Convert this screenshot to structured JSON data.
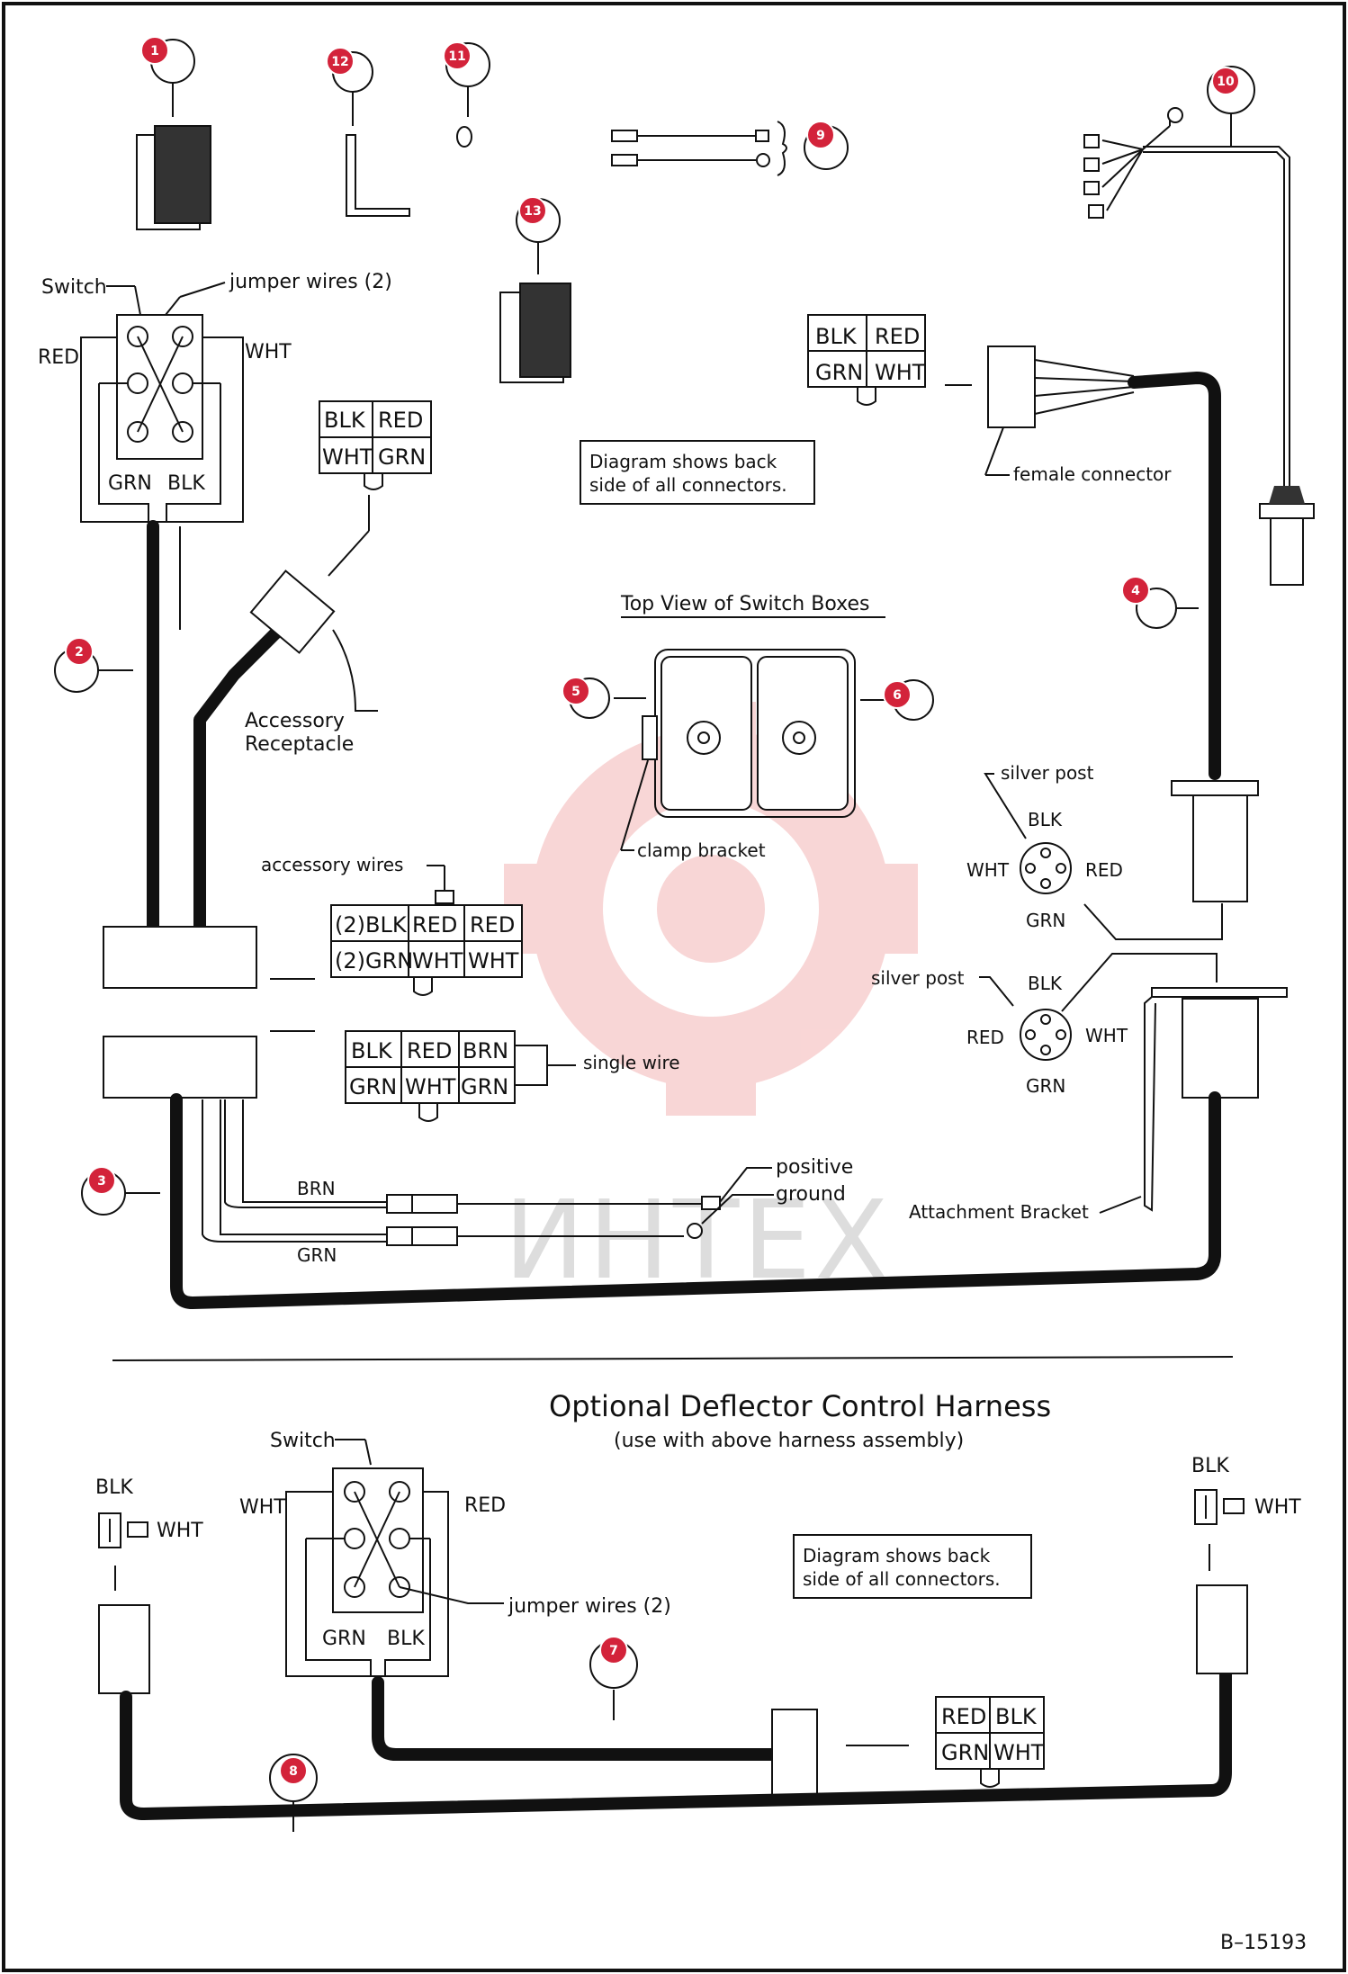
{
  "labels": {
    "switch_top": "Switch",
    "jumper_top": "jumper wires (2)",
    "red": "RED",
    "wht": "WHT",
    "grn": "GRN",
    "blk": "BLK",
    "diagram_note_1": "Diagram shows back",
    "diagram_note_2": "side of all connectors.",
    "female_connector": "female connector",
    "top_view": "Top View of Switch Boxes",
    "accessory_receptacle_1": "Accessory",
    "accessory_receptacle_2": "Receptacle",
    "clamp_bracket": "clamp bracket",
    "silver_post": "silver post",
    "accessory_wires": "accessory wires",
    "single_wire": "single wire",
    "positive": "positive",
    "ground": "ground",
    "brn": "BRN",
    "attachment_bracket": "Attachment Bracket",
    "optional_title": "Optional Deflector Control Harness",
    "optional_sub": "(use with above harness assembly)",
    "switch_bottom": "Switch",
    "jumper_bottom": "jumper wires (2)",
    "diagram_note2_1": "Diagram shows back",
    "diagram_note2_2": "side of all connectors.",
    "ref": "B–15193",
    "watermark": "ИНТЕХ"
  },
  "connectors": {
    "acc_recept": [
      [
        "BLK",
        "RED"
      ],
      [
        "WHT",
        "GRN"
      ]
    ],
    "female": [
      [
        "BLK",
        "RED"
      ],
      [
        "GRN",
        "WHT"
      ]
    ],
    "acc_wires": [
      [
        "(2)BLK",
        "RED",
        "RED"
      ],
      [
        "(2)GRN",
        "WHT",
        "WHT"
      ]
    ],
    "single": [
      [
        "BLK",
        "RED",
        "BRN"
      ],
      [
        "GRN",
        "WHT",
        "GRN"
      ]
    ],
    "optional": [
      [
        "RED",
        "BLK"
      ],
      [
        "GRN",
        "WHT"
      ]
    ]
  },
  "badges": [
    "1",
    "2",
    "3",
    "4",
    "5",
    "6",
    "7",
    "8",
    "9",
    "10",
    "11",
    "12",
    "13"
  ],
  "colors": {
    "badge": "#d3233a",
    "watermark": "#f4b5b5"
  }
}
